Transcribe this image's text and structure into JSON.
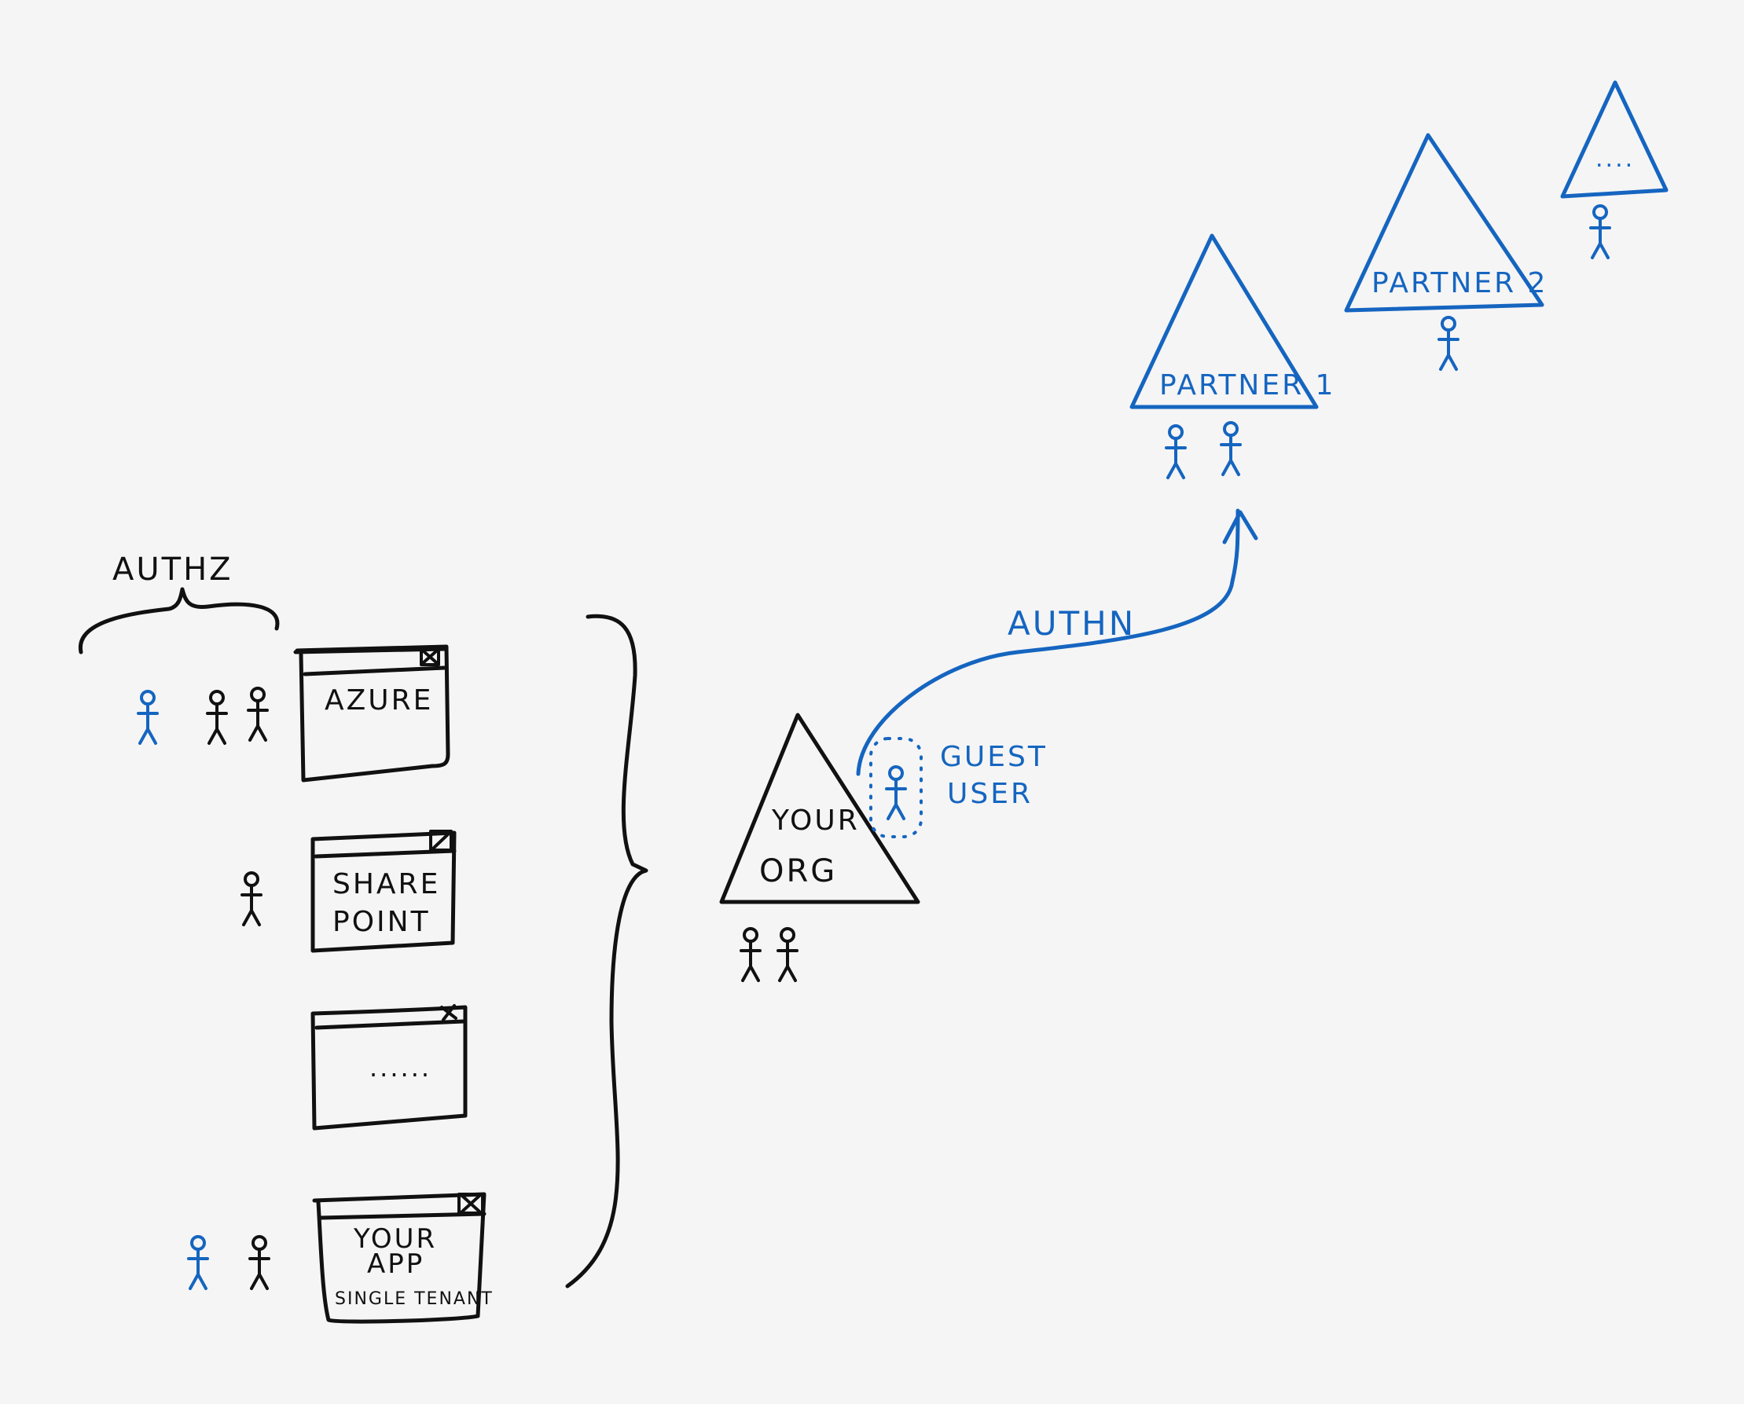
{
  "colors": {
    "ink": "#111111",
    "accent": "#1565c0",
    "background": "#f5f5f5"
  },
  "labels": {
    "authz": "AUTHZ",
    "authn": "AUTHN",
    "guest_user_line1": "GUEST",
    "guest_user_line2": "USER",
    "your_org_line1": "YOUR",
    "your_org_line2": "ORG",
    "partner1": "PARTNER 1",
    "partner2": "PARTNER 2",
    "partner_more": "....",
    "app_azure": "AZURE",
    "app_sharepoint_line1": "SHARE",
    "app_sharepoint_line2": "POINT",
    "app_more": "......",
    "app_yourapp_line1": "YOUR",
    "app_yourapp_line2": "APP",
    "app_yourapp_line3": "SINGLE TENANT"
  },
  "icons": {
    "window_close": "window-close-icon",
    "person": "stick-figure-icon"
  }
}
